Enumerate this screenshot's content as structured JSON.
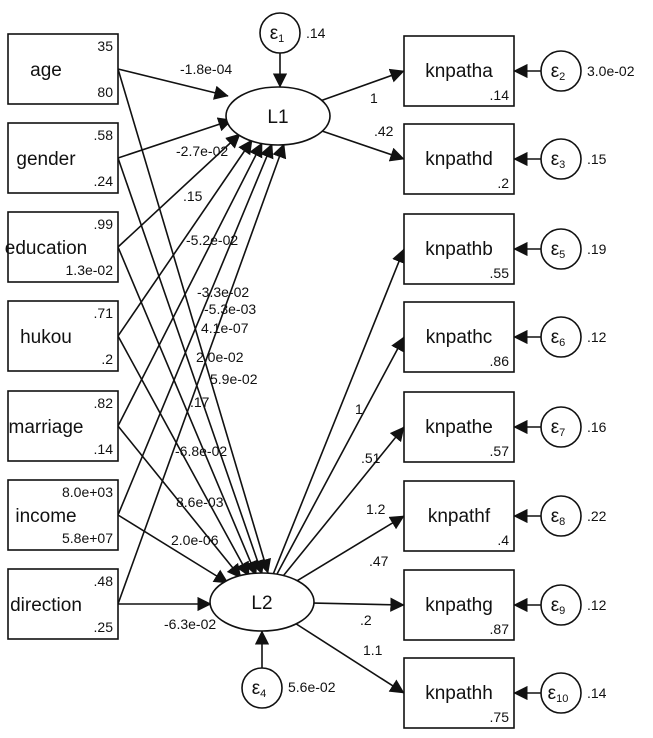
{
  "observed_left": [
    {
      "id": "age",
      "name": "age",
      "top": "35",
      "bottom": "80"
    },
    {
      "id": "gender",
      "name": "gender",
      "top": ".58",
      "bottom": ".24"
    },
    {
      "id": "education",
      "name": "education",
      "top": ".99",
      "bottom": "1.3e-02"
    },
    {
      "id": "hukou",
      "name": "hukou",
      "top": ".71",
      "bottom": ".2"
    },
    {
      "id": "marriage",
      "name": "marriage",
      "top": ".82",
      "bottom": ".14"
    },
    {
      "id": "income",
      "name": "income",
      "top": "8.0e+03",
      "bottom": "5.8e+07"
    },
    {
      "id": "direction",
      "name": "direction",
      "top": ".48",
      "bottom": ".25"
    }
  ],
  "latent": [
    {
      "id": "L1",
      "name": "L1"
    },
    {
      "id": "L2",
      "name": "L2"
    }
  ],
  "indicators": [
    {
      "id": "knpatha",
      "name": "knpatha",
      "value": ".14",
      "latent": "L1",
      "loading": "1",
      "error": {
        "index": "2",
        "variance": "3.0e-02"
      }
    },
    {
      "id": "knpathd",
      "name": "knpathd",
      "value": ".2",
      "latent": "L1",
      "loading": ".42",
      "error": {
        "index": "3",
        "variance": ".15"
      }
    },
    {
      "id": "knpathb",
      "name": "knpathb",
      "value": ".55",
      "latent": "L2",
      "loading": "1",
      "error": {
        "index": "5",
        "variance": ".19"
      }
    },
    {
      "id": "knpathc",
      "name": "knpathc",
      "value": ".86",
      "latent": "L2",
      "loading": ".51",
      "error": {
        "index": "6",
        "variance": ".12"
      }
    },
    {
      "id": "knpathe",
      "name": "knpathe",
      "value": ".57",
      "latent": "L2",
      "loading": "1.2",
      "error": {
        "index": "7",
        "variance": ".16"
      }
    },
    {
      "id": "knpathf",
      "name": "knpathf",
      "value": ".4",
      "latent": "L2",
      "loading": ".47",
      "error": {
        "index": "8",
        "variance": ".22"
      }
    },
    {
      "id": "knpathg",
      "name": "knpathg",
      "value": ".87",
      "latent": "L2",
      "loading": ".2",
      "error": {
        "index": "9",
        "variance": ".12"
      }
    },
    {
      "id": "knpathh",
      "name": "knpathh",
      "value": ".75",
      "latent": "L2",
      "loading": "1.1",
      "error": {
        "index": "10",
        "variance": ".14"
      }
    }
  ],
  "latent_errors": [
    {
      "latent": "L1",
      "index": "1",
      "variance": ".14"
    },
    {
      "latent": "L2",
      "index": "4",
      "variance": "5.6e-02"
    }
  ],
  "paths_to_L1": [
    {
      "from": "age",
      "coef": "-1.8e-04"
    },
    {
      "from": "gender",
      "coef": "-2.7e-02"
    },
    {
      "from": "education",
      "coef": ".15"
    },
    {
      "from": "hukou",
      "coef": "-5.2e-02"
    },
    {
      "from": "marriage",
      "coef": "-3.3e-02"
    },
    {
      "from": "income",
      "coef": "-5.3e-03"
    },
    {
      "from": "direction",
      "coef": "4.1e-07"
    }
  ],
  "paths_to_L2": [
    {
      "from": "age",
      "coef": "2.0e-02"
    },
    {
      "from": "gender",
      "coef": "5.9e-02"
    },
    {
      "from": "education",
      "coef": ".17"
    },
    {
      "from": "hukou",
      "coef": "-6.8e-02"
    },
    {
      "from": "marriage",
      "coef": "8.6e-03"
    },
    {
      "from": "income",
      "coef": "2.0e-06"
    },
    {
      "from": "direction",
      "coef": "-6.3e-02"
    }
  ],
  "error_symbol": "ε"
}
